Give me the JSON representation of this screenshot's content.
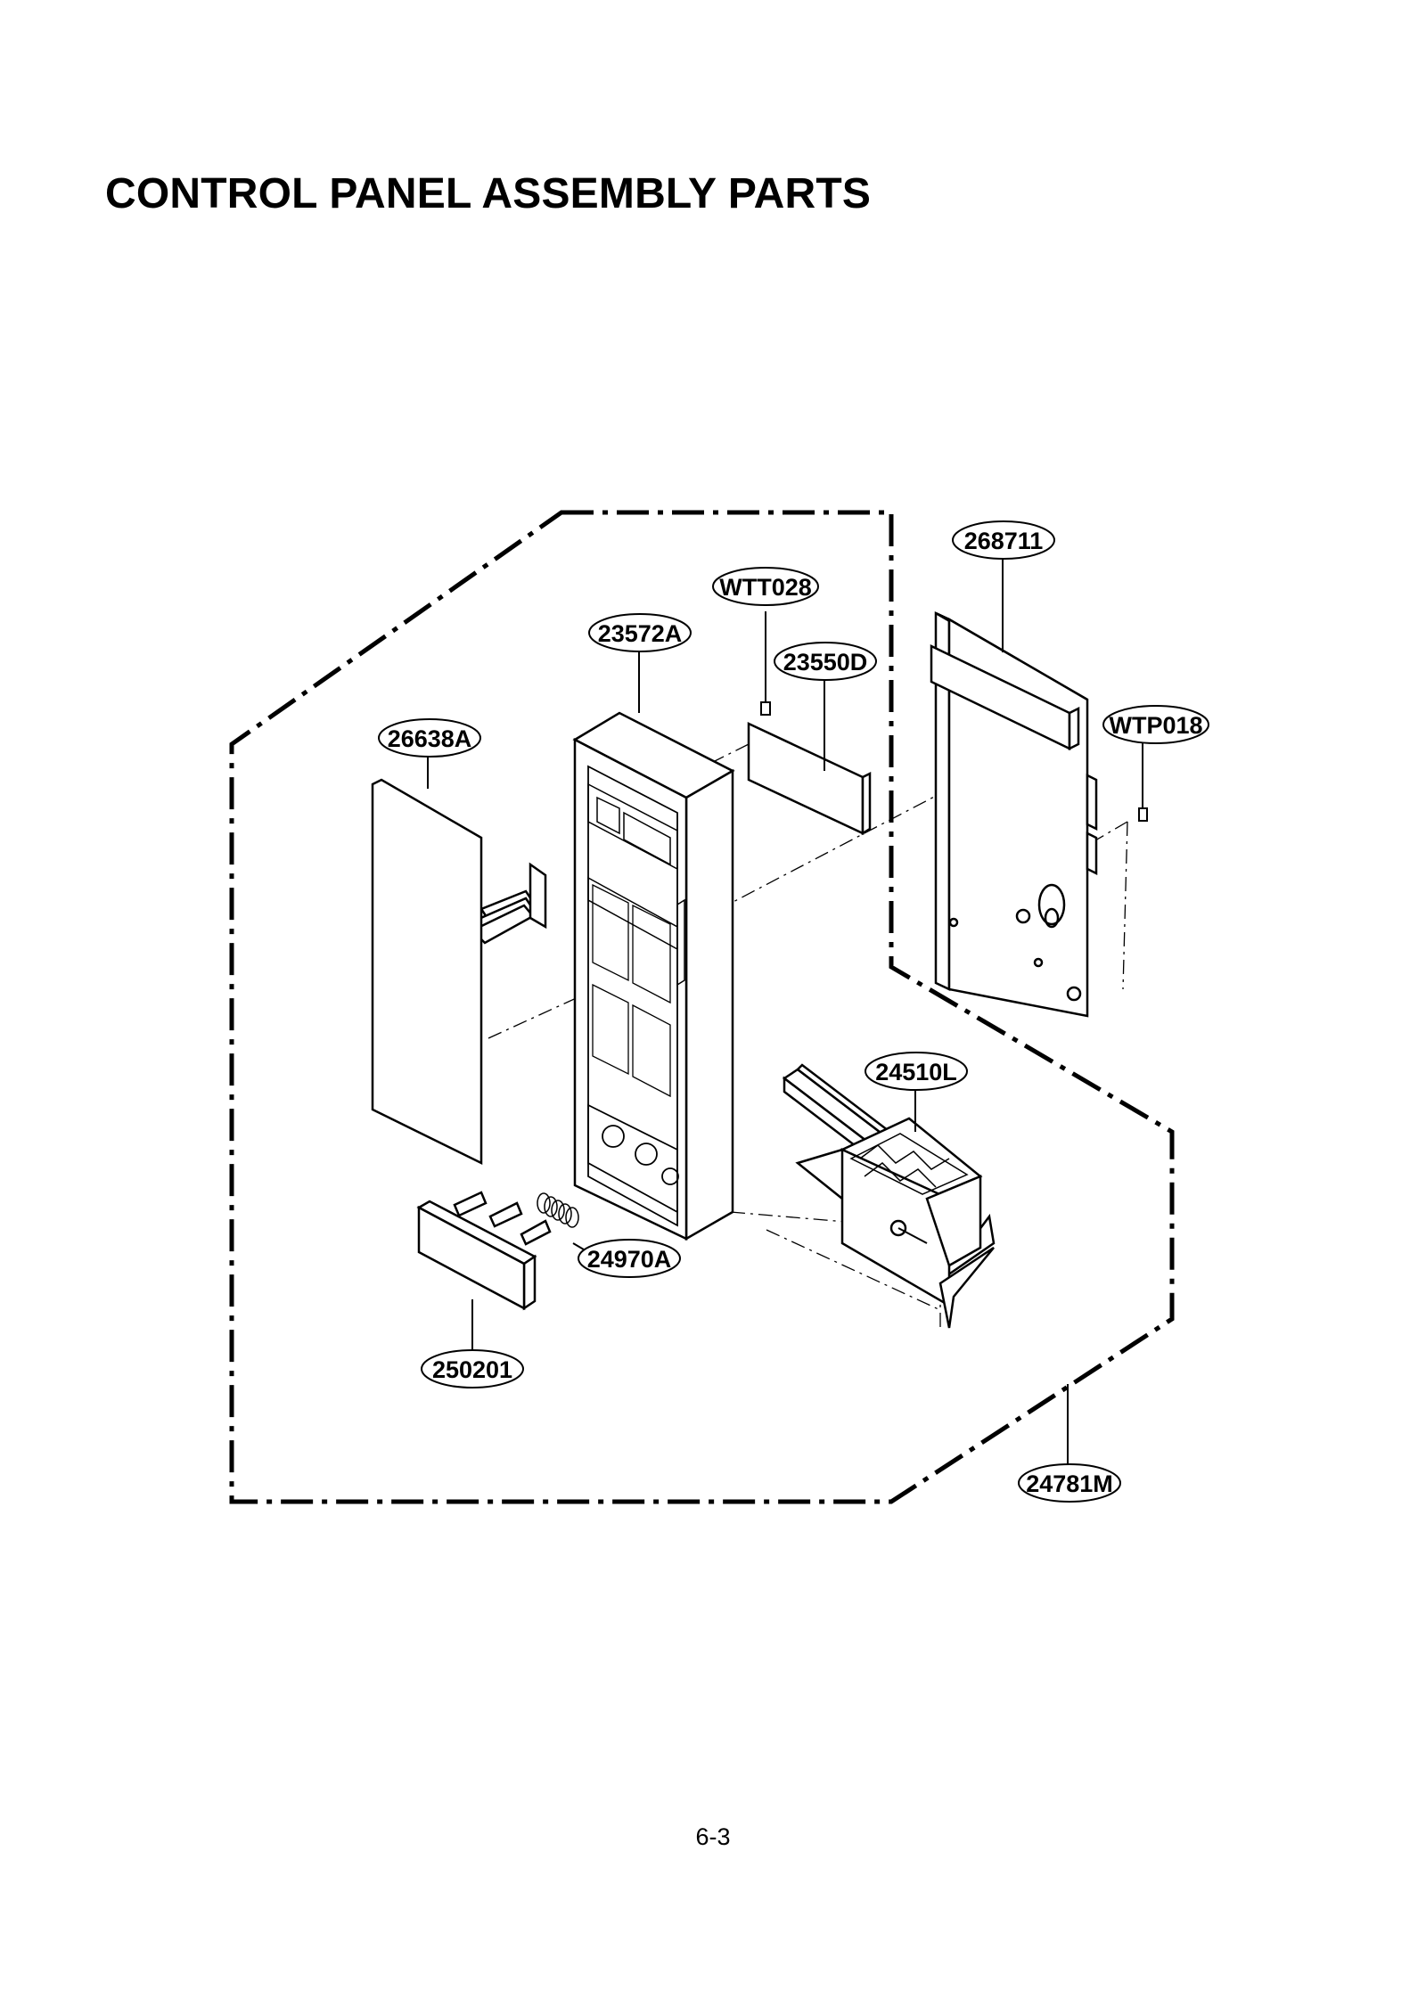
{
  "page": {
    "title": "CONTROL PANEL ASSEMBLY PARTS",
    "page_number": "6-3"
  },
  "callouts": {
    "p268711": "268711",
    "wtt028": "WTT028",
    "p23572a": "23572A",
    "p23550d": "23550D",
    "wtp018": "WTP018",
    "p26638a": "26638A",
    "p24510l": "24510L",
    "p24970a": "24970A",
    "p250201": "250201",
    "p24781m": "24781M"
  },
  "colors": {
    "ink": "#000000",
    "paper": "#ffffff"
  }
}
